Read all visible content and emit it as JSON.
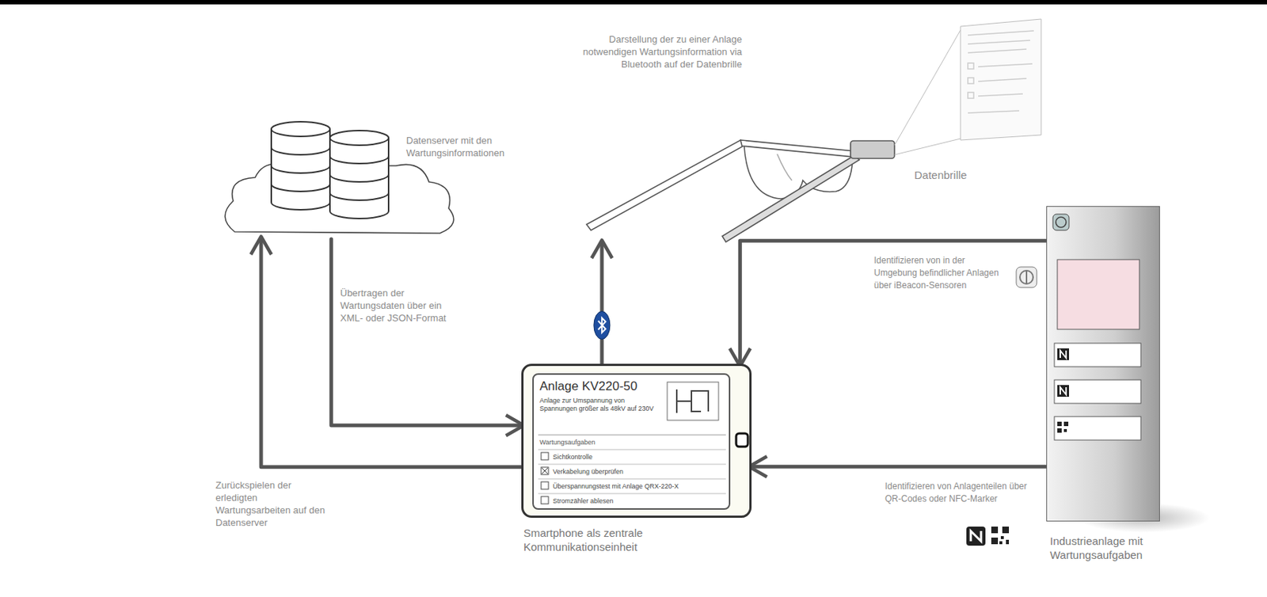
{
  "diagram": {
    "nodes": [
      {
        "text": [
          "Datenserver mit den Wartungsinformationen"
        ]
      },
      {
        "text": [
          "Datenbrille"
        ]
      },
      {
        "text": [
          "Smartphone als zentrale Kommunikationseinheit"
        ]
      },
      {
        "text": [
          "Anlage KV220-50",
          "Anlage zur Umspannung von Spannungen größer als 48kV auf 230V",
          "Wartungsaufgaben",
          "Sichtkontrolle",
          "Verkabelung überprüfen",
          "Überspannungstest mit Anlage QRX-220-X",
          "Stromzähler ablesen"
        ],
        "in": 2
      },
      {
        "text": [
          "Industrieanlage mit Wartungsaufgaben"
        ]
      }
    ],
    "edges": [
      {
        "from": 0,
        "to": 2,
        "arrow": "to",
        "label": "Übertragen der Wartungsdaten über ein XML- oder JSON-Format"
      },
      {
        "from": 2,
        "to": 0,
        "arrow": "to",
        "label": "Zurückspielen der erledigten Wartungsarbeiten auf den Datenserver"
      },
      {
        "from": 2,
        "to": 1,
        "arrow": "to",
        "label": "Darstellung der zu einer Anlage notwendigen Wartungsinformation via Bluetooth auf der Datenbrille"
      },
      {
        "from": 4,
        "to": 2,
        "arrow": "to",
        "label": "Identifizieren von in der Umgebung befindlicher Anlagen über iBeacon-Sensoren"
      },
      {
        "from": 4,
        "to": 2,
        "arrow": "to",
        "label": "Identifizieren von Anlagenteilen über QR-Codes oder NFC-Marker"
      }
    ]
  }
}
